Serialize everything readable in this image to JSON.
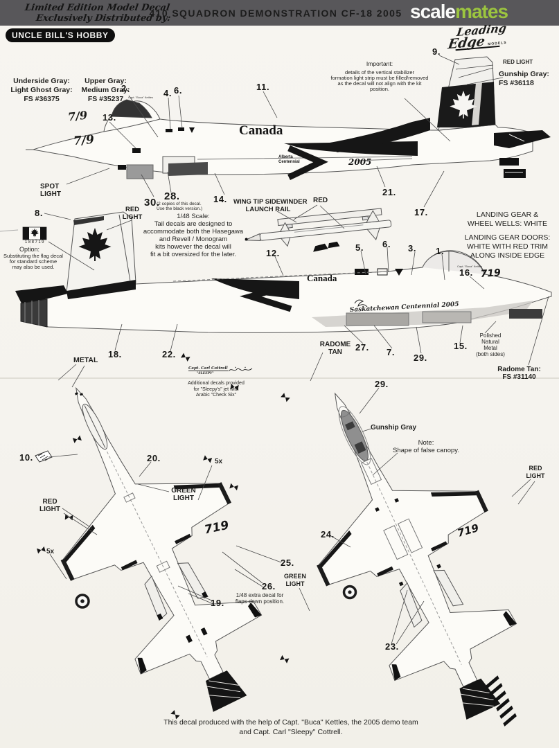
{
  "header": {
    "title": "410 SQUADRON DEMONSTRATION CF-18 2005",
    "distributor_line1": "Limited Edition Model Decal",
    "distributor_line2": "Exclusively Distributed by:",
    "distributor_name": "UNCLE BILL'S HOBBY",
    "watermark_scale": "scale",
    "watermark_mates": "mates",
    "brand_line1": "Leading",
    "brand_line2": "Edge",
    "brand_suffix": "MODELS"
  },
  "colors": {
    "header_bar": "#58575a",
    "watermark_green": "#9cc53f",
    "paper": "#f6f4ef",
    "ink": "#1d1d1b"
  },
  "paints": {
    "underside_1": "Underside Gray:",
    "underside_2": "Light Ghost Gray:",
    "underside_3": "FS #36375",
    "upper_1": "Upper Gray:",
    "upper_2": "Medium Gray:",
    "upper_3": "FS #35237",
    "gunship_1": "Gunship Gray:",
    "gunship_2": "FS #36118",
    "gunship_plain": "Gunship Gray",
    "radome_1": "Radome Tan:",
    "radome_2": "FS #31140",
    "radome_label_1": "RADOME",
    "radome_label_2": "TAN"
  },
  "lights": {
    "red_light_1": "RED LIGHT",
    "red_1": "RED",
    "red_2": "LIGHT",
    "green_1": "GREEN",
    "green_2": "LIGHT",
    "spot_1": "SPOT",
    "spot_2": "LIGHT",
    "red_short": "RED",
    "metal": "METAL",
    "qty_5x": "5x"
  },
  "notes": {
    "important_title": "Important:",
    "important_1": "details of the vertical stabilizer",
    "important_2": "formation light strip must be filled/removed",
    "important_3": "as the decal will not align with the kit",
    "important_4": "position.",
    "sidewinder_1": "WING TIP SIDEWINDER",
    "sidewinder_2": "LAUNCH RAIL",
    "landing_gear_1": "LANDING GEAR &",
    "landing_gear_2": "WHEEL WELLS:  WHITE",
    "gear_doors_1": "LANDING GEAR DOORS:",
    "gear_doors_2": "WHITE WITH RED TRIM",
    "gear_doors_3": "ALONG INSIDE EDGE",
    "scale_1": "1/48 Scale:",
    "scale_2": "Tail decals are designed to",
    "scale_3": "accommodate both the Hasegawa",
    "scale_4": "and Revell / Monogram",
    "scale_5": "kits however the decal will",
    "scale_6": "fit a bit oversized for the later.",
    "copies_1": "(2 copies of this decal.",
    "copies_2": "Use the black version.)",
    "flag_serial": "188719",
    "flag_option": "Option:",
    "flag_1": "Substituting the flag decal",
    "flag_2": "for  standard scheme",
    "flag_3": "may also be used.",
    "polished_1": "Polished",
    "polished_2": "Natural",
    "polished_3": "Metal",
    "polished_4": "(both sides)",
    "canopy_note_1": "Note:",
    "canopy_note_2": "Shape of false canopy.",
    "flaps_1": "1/48 extra decal for",
    "flaps_2": "flaps down position.",
    "sleepy_1": "Additional decals provided",
    "sleepy_2": "for \"Sleepy's\" jet with",
    "sleepy_3": "Arabic \"Check Six\"",
    "signature_1": "Capt. Carl Cottrell",
    "signature_2": "\"SLEEPY\""
  },
  "markings": {
    "canada": "Canada",
    "alberta_1": "Alberta",
    "alberta_2": "Centennial",
    "alberta_year": "2005",
    "sask": "Saskatchewan Centennial 2005",
    "tail_code": "719",
    "handwritten_code": "7/9",
    "pilot_stencil": "Capt. \"Buca\" Kettles"
  },
  "callouts": {
    "n1": "1.",
    "n2": "2.",
    "n3": "3.",
    "n4": "4.",
    "n5": "5.",
    "n6": "6.",
    "n7": "7.",
    "n8": "8.",
    "n9": "9.",
    "n10": "10.",
    "n11": "11.",
    "n12": "12.",
    "n13": "13.",
    "n14": "14.",
    "n15": "15.",
    "n16": "16.",
    "n17": "17.",
    "n18": "18.",
    "n19": "19.",
    "n20": "20.",
    "n21": "21.",
    "n22": "22.",
    "n23": "23.",
    "n24": "24.",
    "n25": "25.",
    "n26": "26.",
    "n27": "27.",
    "n28": "28.",
    "n29": "29.",
    "n30": "30."
  },
  "footer": {
    "line1": "This decal produced with the help of Capt. \"Buca\" Kettles, the 2005 demo team",
    "line2": "and Capt. Carl \"Sleepy\" Cottrell."
  }
}
